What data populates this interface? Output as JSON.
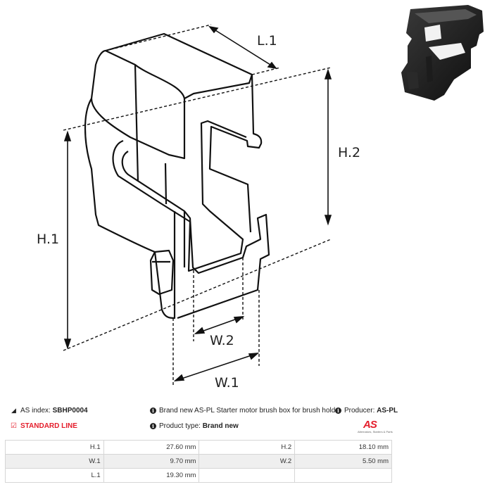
{
  "drawing": {
    "labels": {
      "l1": "L.1",
      "h1": "H.1",
      "h2": "H.2",
      "w1": "W.1",
      "w2": "W.2"
    }
  },
  "photo": {
    "icon": "product-photo"
  },
  "info": {
    "as_index_label": "AS index:",
    "as_index_value": "SBHP0004",
    "line": "STANDARD LINE",
    "description": "Brand new AS-PL Starter motor brush box for brush holde",
    "producer_label": "Producer:",
    "producer_value": "AS-PL",
    "product_type_label": "Product type:",
    "product_type_value": "Brand new",
    "logo_text": "AS",
    "logo_tagline": "Alternators, Starters & Parts",
    "accent_color": "#e41d2b"
  },
  "specs": {
    "rows": [
      {
        "k1": "H.1",
        "v1": "27.60 mm",
        "k2": "H.2",
        "v2": "18.10 mm"
      },
      {
        "k1": "W.1",
        "v1": "9.70 mm",
        "k2": "W.2",
        "v2": "5.50 mm"
      },
      {
        "k1": "L.1",
        "v1": "19.30 mm",
        "k2": "",
        "v2": ""
      }
    ]
  }
}
